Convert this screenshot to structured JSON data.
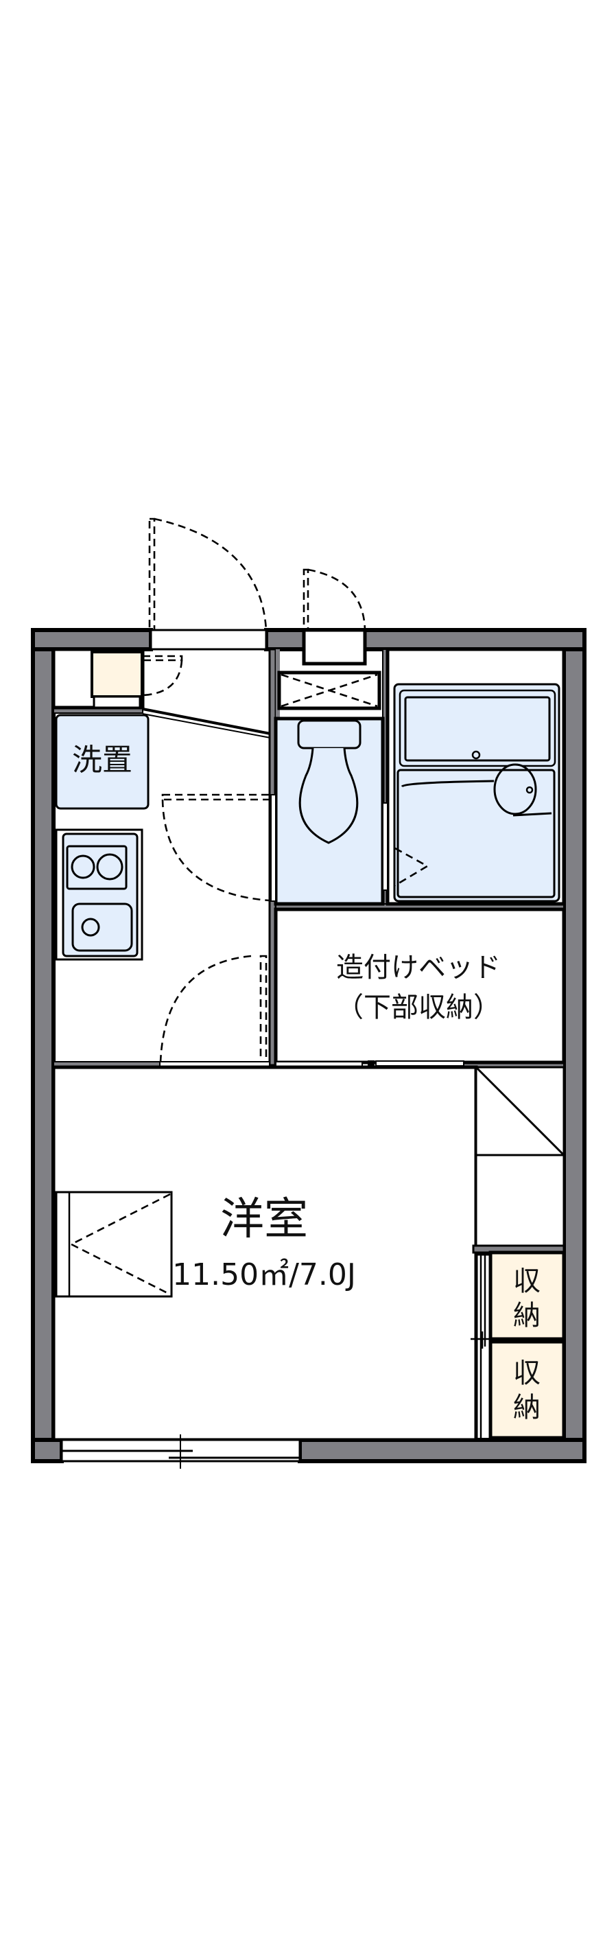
{
  "floorplan": {
    "rooms": {
      "washer": {
        "label": "洗置"
      },
      "built_in_bed": {
        "label_line1": "造付けベッド",
        "label_line2": "（下部収納）"
      },
      "western_room": {
        "label": "洋室",
        "area": "11.50㎡/7.0J"
      },
      "storage_upper": {
        "label_top": "収",
        "label_bottom": "納"
      },
      "storage_lower": {
        "label_top": "収",
        "label_bottom": "納"
      }
    },
    "colors": {
      "wall": "#808085",
      "wet_area": "#e3eefc",
      "storage": "#fff5e3",
      "line": "#000000"
    }
  }
}
